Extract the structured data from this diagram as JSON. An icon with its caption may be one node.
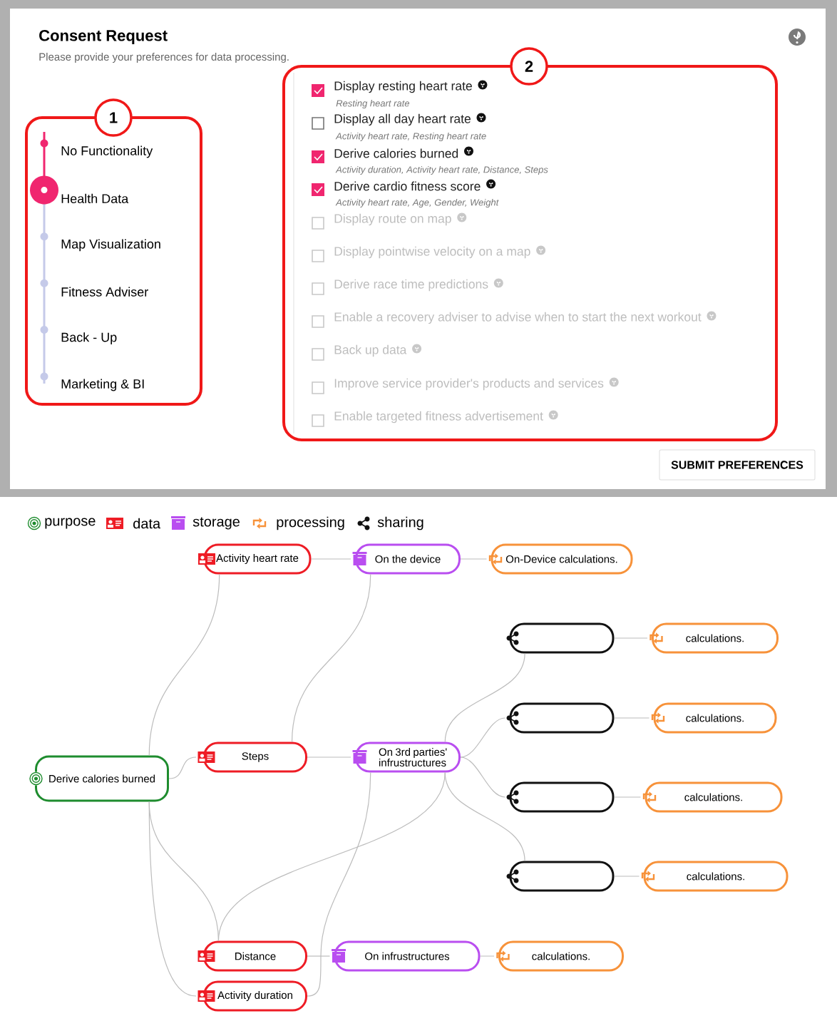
{
  "diagram": {
    "title": "Consent Request",
    "nodes": [
      {
        "text": [
          "1",
          "No Functionality",
          "Health Data",
          "Map Visualization",
          "Fitness Adviser",
          "Back - Up",
          "Marketing & BI"
        ]
      },
      {
        "text": [
          "2"
        ]
      },
      {
        "text": [
          "Display resting heart rate",
          "Resting heart rate"
        ],
        "in": 1
      },
      {
        "text": [
          "Display all day heart rate",
          "Activity heart rate, Resting heart rate"
        ],
        "in": 1
      },
      {
        "text": [
          "Derive calories burned",
          "Activity duration, Activity heart rate, Distance, Steps"
        ],
        "in": 1
      },
      {
        "text": [
          "Derive cardio fitness score",
          "Activity heart rate, Age, Gender, Weight"
        ],
        "in": 1
      },
      {
        "text": [
          "Display route on map"
        ],
        "in": 1
      },
      {
        "text": [
          "Display pointwise velocity on a map"
        ],
        "in": 1
      },
      {
        "text": [
          "Derive race time predictions"
        ],
        "in": 1
      },
      {
        "text": [
          "Enable a recovery adviser to advise when to start the next workout"
        ],
        "in": 1
      },
      {
        "text": [
          "Back up data"
        ],
        "in": 1
      },
      {
        "text": [
          "Improve service provider's products and services"
        ],
        "in": 1
      },
      {
        "text": [
          "Enable targeted fitness advertisement"
        ],
        "in": 1
      },
      {
        "text": [
          "SUBMIT PREFERENCES"
        ]
      },
      {
        "text": [
          "Derive calories burned"
        ]
      },
      {
        "text": [
          "Activity heart rate"
        ]
      },
      {
        "text": [
          "Steps"
        ]
      },
      {
        "text": [
          "Distance"
        ]
      },
      {
        "text": [
          "Activity duration"
        ]
      },
      {
        "text": [
          "On the device"
        ]
      },
      {
        "text": [
          "On 3rd parties' infrustructures"
        ]
      },
      {
        "text": [
          "On infrustructures"
        ]
      },
      {
        "text": [
          "On-Device calculations."
        ]
      },
      {
        "text": [],
        "shape": "box"
      },
      {
        "text": [],
        "shape": "box"
      },
      {
        "text": [],
        "shape": "box"
      },
      {
        "text": [],
        "shape": "box"
      },
      {
        "text": [
          "calculations."
        ]
      },
      {
        "text": [
          "calculations."
        ]
      },
      {
        "text": [
          "calculations."
        ]
      },
      {
        "text": [
          "calculations."
        ]
      },
      {
        "text": [
          "calculations."
        ]
      }
    ],
    "edges": [
      {
        "from": 14,
        "to": 15,
        "arrow": "none"
      },
      {
        "from": 14,
        "to": 16,
        "arrow": "none"
      },
      {
        "from": 14,
        "to": 17,
        "arrow": "none"
      },
      {
        "from": 14,
        "to": 18,
        "arrow": "none"
      },
      {
        "from": 15,
        "to": 19,
        "arrow": "none"
      },
      {
        "from": 16,
        "to": 19,
        "arrow": "none"
      },
      {
        "from": 16,
        "to": 20,
        "arrow": "none"
      },
      {
        "from": 20,
        "to": 17,
        "arrow": "none"
      },
      {
        "from": 20,
        "to": 18,
        "arrow": "none"
      },
      {
        "from": 17,
        "to": 21,
        "arrow": "none"
      },
      {
        "from": 19,
        "to": 22,
        "arrow": "none"
      },
      {
        "from": 20,
        "to": 23,
        "arrow": "none"
      },
      {
        "from": 20,
        "to": 24,
        "arrow": "none"
      },
      {
        "from": 20,
        "to": 25,
        "arrow": "none"
      },
      {
        "from": 20,
        "to": 26,
        "arrow": "none"
      },
      {
        "from": 23,
        "to": 27,
        "arrow": "none"
      },
      {
        "from": 24,
        "to": 28,
        "arrow": "none"
      },
      {
        "from": 25,
        "to": 29,
        "arrow": "none"
      },
      {
        "from": 26,
        "to": 30,
        "arrow": "none"
      },
      {
        "from": 21,
        "to": 31,
        "arrow": "none"
      }
    ],
    "labels": [
      "Please provide your preferences for data processing."
    ],
    "legend": [
      {
        "text": "purpose",
        "color": "#1e8c2e"
      },
      {
        "text": "data",
        "color": "#ee1c25"
      },
      {
        "text": "storage",
        "color": "#b94ef0"
      },
      {
        "text": "processing",
        "color": "#f7923a"
      },
      {
        "text": "sharing",
        "color": "#111111"
      }
    ]
  }
}
